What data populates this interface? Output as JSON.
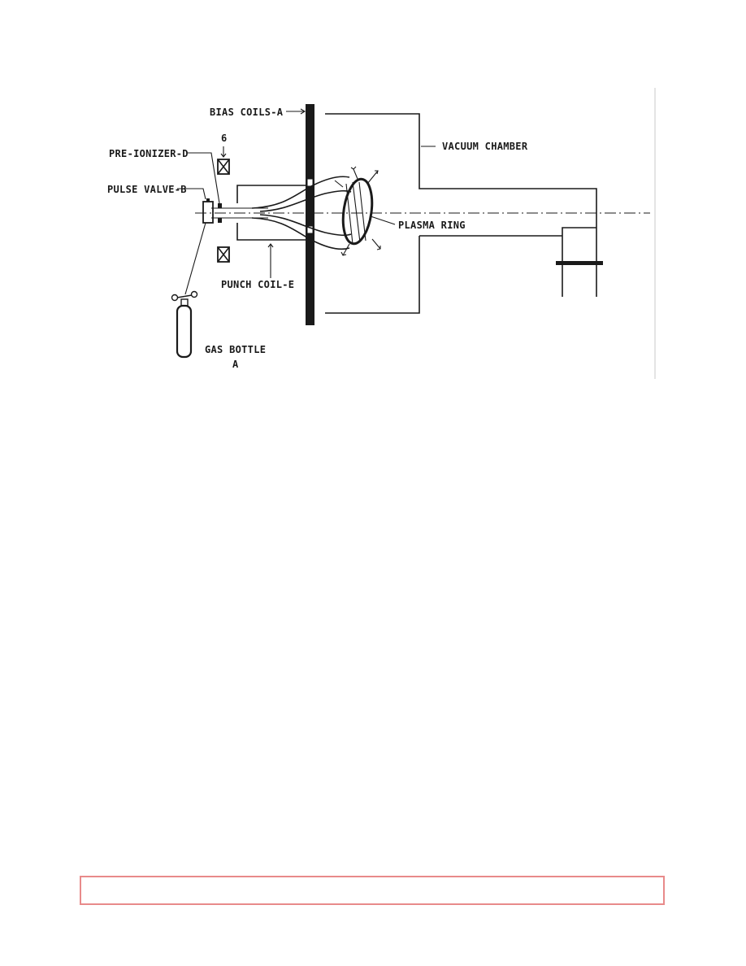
{
  "diagram": {
    "labels": {
      "bias_coils": "BIAS COILS-A",
      "bias_coils_number": "6",
      "vacuum_chamber": "VACUUM CHAMBER",
      "pre_ionizer": "PRE-IONIZER-D",
      "pulse_valve": "PULSE VALVE-B",
      "plasma_ring": "PLASMA RING",
      "punch_coil": "PUNCH COIL-E",
      "gas_bottle": "GAS BOTTLE",
      "gas_bottle_letter": "A"
    }
  },
  "colors": {
    "ink": "#1a1a1a",
    "footer_border": "#e88a8a"
  }
}
